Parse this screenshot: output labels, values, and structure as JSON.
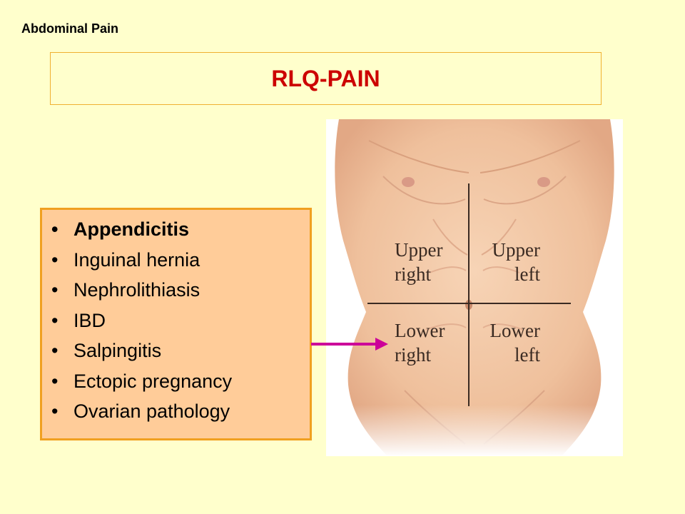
{
  "header": {
    "label": "Abdominal Pain"
  },
  "title": "RLQ-PAIN",
  "conditions": [
    {
      "label": "Appendicitis",
      "bold": true
    },
    {
      "label": "Inguinal hernia",
      "bold": false
    },
    {
      "label": "Nephrolithiasis",
      "bold": false
    },
    {
      "label": "IBD",
      "bold": false
    },
    {
      "label": "Salpingitis",
      "bold": false
    },
    {
      "label": "Ectopic pregnancy",
      "bold": false
    },
    {
      "label": "Ovarian pathology",
      "bold": false
    }
  ],
  "diagram": {
    "quadrants": {
      "upper_right": [
        "Upper",
        "right"
      ],
      "upper_left": [
        "Upper",
        "left"
      ],
      "lower_right": [
        "Lower",
        "right"
      ],
      "lower_left": [
        "Lower",
        "left"
      ]
    }
  },
  "colors": {
    "background": "#ffffcc",
    "title": "#cc0000",
    "list_bg": "#ffcc99",
    "list_border": "#f0a020",
    "title_border": "#f0b030",
    "arrow": "#cc0099",
    "skin": "#f2c6a4"
  }
}
